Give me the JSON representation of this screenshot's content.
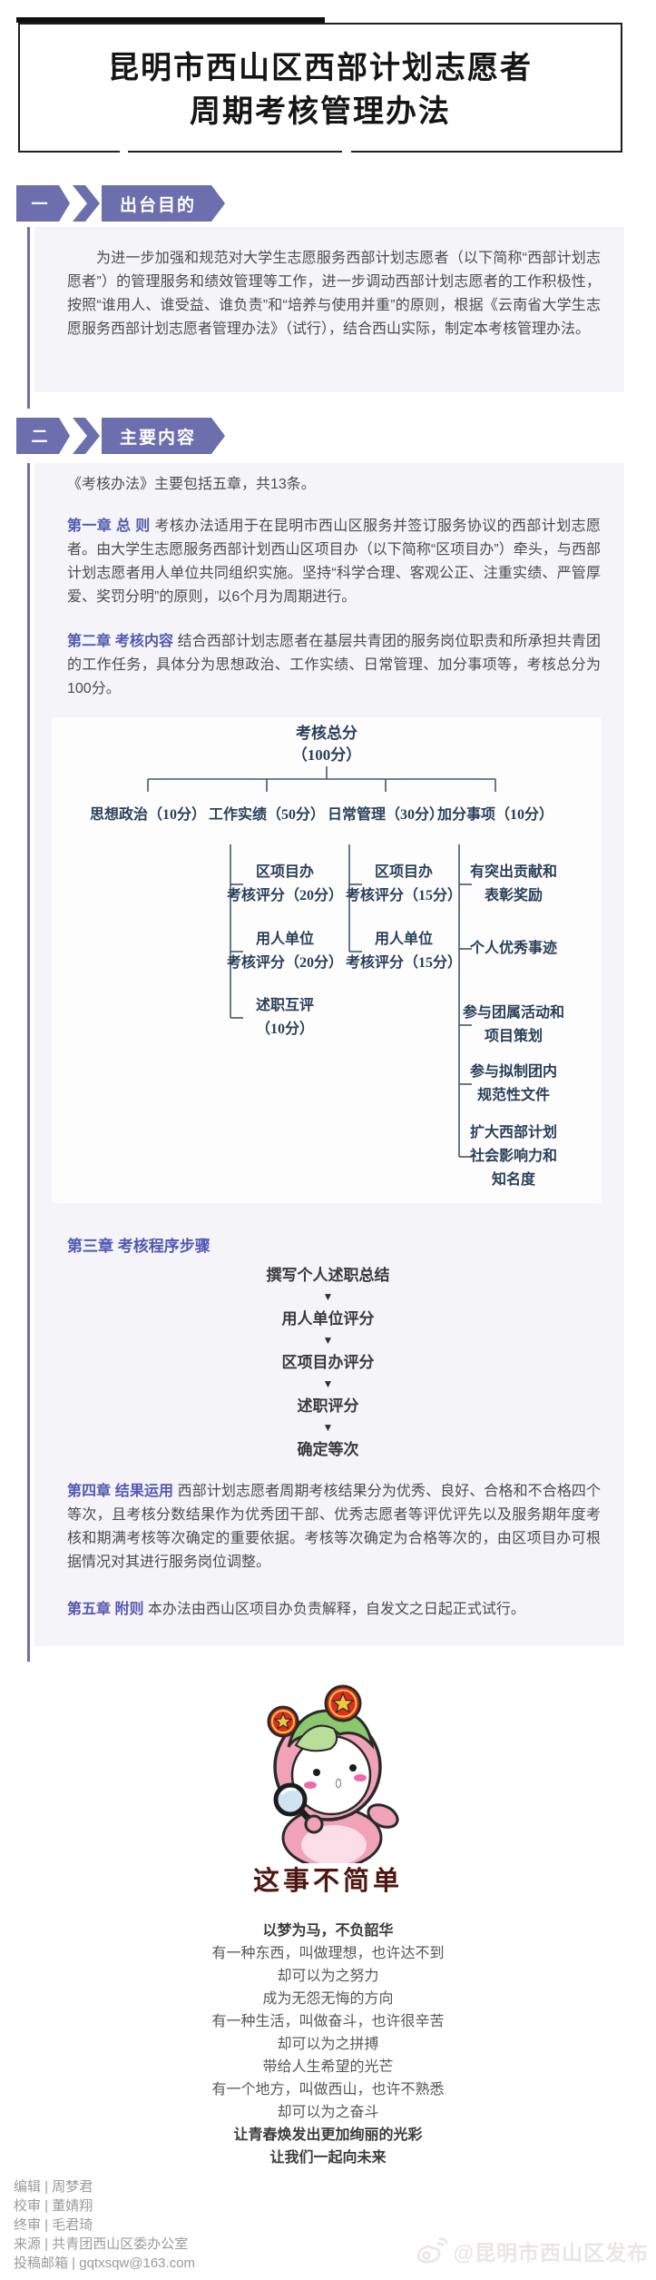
{
  "title": {
    "line1": "昆明市西山区西部计划志愿者",
    "line2": "周期考核管理办法"
  },
  "section1": {
    "band_num": "一",
    "band_label": "出台目的",
    "paragraph": "为进一步加强和规范对大学生志愿服务西部计划志愿者（以下简称“西部计划志愿者”）的管理服务和绩效管理等工作，进一步调动西部计划志愿者的工作积极性，按照“谁用人、谁受益、谁负责”和“培养与使用并重”的原则，根据《云南省大学生志愿服务西部计划志愿者管理办法》（试行），结合西山实际，制定本考核管理办法。"
  },
  "section2": {
    "band_num": "二",
    "band_label": "主要内容",
    "intro": "《考核办法》主要包括五章，共13条。",
    "chapter1": {
      "title": "第一章 总 则",
      "body": "考核办法适用于在昆明市西山区服务并签订服务协议的西部计划志愿者。由大学生志愿服务西部计划西山区项目办（以下简称“区项目办”）牵头，与西部计划志愿者用人单位共同组织实施。坚持“科学合理、客观公正、注重实绩、严管厚爱、奖罚分明”的原则，以6个月为周期进行。"
    },
    "chapter2": {
      "title": "第二章 考核内容",
      "body": "结合西部计划志愿者在基层共青团的服务岗位职责和所承担共青团的工作任务，具体分为思想政治、工作实绩、日常管理、加分事项等，考核总分为100分。"
    },
    "chapter3": {
      "title": "第三章 考核程序步骤"
    },
    "chapter4": {
      "title": "第四章 结果运用",
      "body": "西部计划志愿者周期考核结果分为优秀、良好、合格和不合格四个等次，且考核分数结果作为优秀团干部、优秀志愿者等评优评先以及服务期年度考核和期满考核等次确定的重要依据。考核等次确定为合格等次的，由区项目办可根据情况对其进行服务岗位调整。"
    },
    "chapter5": {
      "title": "第五章 附则",
      "body": "本办法由西山区项目办负责解释，自发文之日起正式试行。"
    },
    "flow_arrow": "▼",
    "flow_steps": [
      "撰写个人述职总结",
      "用人单位评分",
      "区项目办评分",
      "述职评分",
      "确定等次"
    ]
  },
  "score_tree": {
    "root_label": "考核总分",
    "root_score": "（100分）",
    "categories": [
      {
        "label": "思想政治（10分）",
        "children": []
      },
      {
        "label": "工作实绩（50分）",
        "children": [
          [
            "区项目办",
            "考核评分（20分）"
          ],
          [
            "用人单位",
            "考核评分（20分）"
          ],
          [
            "述职互评",
            "（10分）"
          ]
        ]
      },
      {
        "label": "日常管理（30分）",
        "children": [
          [
            "区项目办",
            "考核评分（15分）"
          ],
          [
            "用人单位",
            "考核评分（15分）"
          ]
        ]
      },
      {
        "label": "加分事项（10分）",
        "children": [
          [
            "有突出贡献和",
            "表彰奖励"
          ],
          [
            "个人优秀事迹"
          ],
          [
            "参与团属活动和",
            "项目策划"
          ],
          [
            "参与拟制团内",
            "规范性文件"
          ],
          [
            "扩大西部计划",
            "社会影响力和",
            "知名度"
          ]
        ]
      }
    ]
  },
  "mascot": {
    "caption": "这事不简单"
  },
  "poem": {
    "lines": [
      "以梦为马，不负韶华",
      "有一种东西，叫做理想，也许达不到",
      "却可以为之努力",
      "成为无怨无悔的方向",
      "有一种生活，叫做奋斗，也许很辛苦",
      "却可以为之拼搏",
      "带给人生希望的光芒",
      "有一个地方，叫做西山，也许不熟悉",
      "却可以为之奋斗",
      "让青春焕发出更加绚丽的光彩",
      "让我们一起向未来"
    ]
  },
  "footer": {
    "lines": [
      "编辑 | 周梦君",
      "校审 | 董婧翔",
      "终审 | 毛君琦",
      "来源 | 共青团西山区委办公室",
      "投稿邮箱 | gqtxsqw@163.com"
    ]
  },
  "watermark": {
    "text": "@昆明市西山区发布"
  }
}
